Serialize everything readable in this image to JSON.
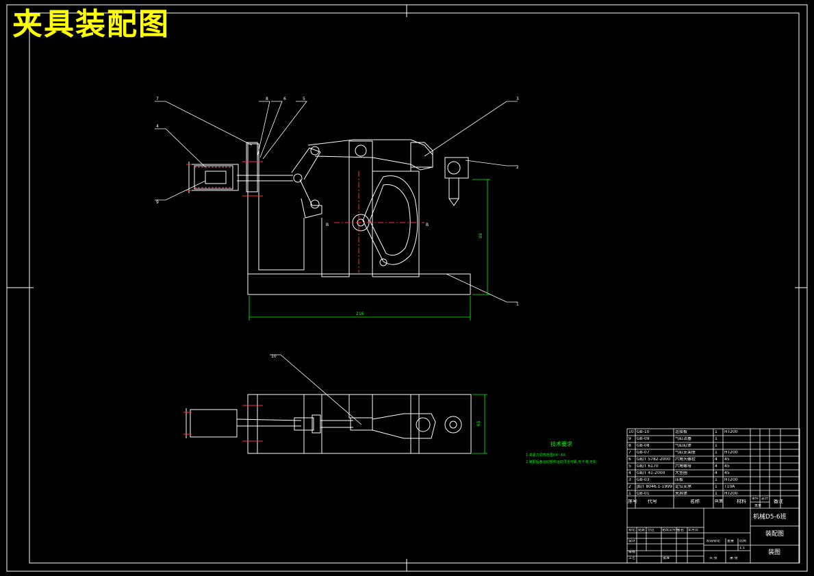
{
  "title": "夹具装配图",
  "colors": {
    "background": "#000000",
    "line": "#ffffff",
    "title": "#ffff00",
    "dimension": "#00ff00",
    "center": "#ff3333",
    "hidden": "#ff66aa"
  },
  "balloons": [
    "7",
    "8",
    "6",
    "5",
    "4",
    "9",
    "3",
    "2",
    "1",
    "10"
  ],
  "dimensions": {
    "height": "88",
    "width": "216",
    "plan_height": "65"
  },
  "section_marks": [
    "B",
    "B"
  ],
  "technical_requirements": {
    "title": "技术要求",
    "lines": [
      "1.夹紧力调节范围XX~XX.",
      "2.装配后各运动部件运动灵活可靠,无卡滞,无松."
    ]
  },
  "bom": {
    "header": {
      "seq": "序号",
      "code": "代号",
      "name": "名称",
      "qty": "数量",
      "material": "材料",
      "unit_weight": "单件",
      "total_weight": "总计",
      "weight": "重量",
      "note": "备注"
    },
    "rows": [
      {
        "seq": "10",
        "code": "GB-10",
        "name": "连接板",
        "qty": "1",
        "material": "HT200"
      },
      {
        "seq": "9",
        "code": "GB-09",
        "name": "气缸活塞",
        "qty": "1",
        "material": ""
      },
      {
        "seq": "8",
        "code": "GB-08",
        "name": "气缸缸体",
        "qty": "1",
        "material": ""
      },
      {
        "seq": "7",
        "code": "GB-07",
        "name": "气缸支架座",
        "qty": "1",
        "material": "HT200"
      },
      {
        "seq": "6",
        "code": "GB/T 5782-2000",
        "name": "六角头螺栓",
        "qty": "4",
        "material": "45"
      },
      {
        "seq": "5",
        "code": "GB/T 6170",
        "name": "六角螺母",
        "qty": "4",
        "material": "45"
      },
      {
        "seq": "4",
        "code": "GB/T 41-2000",
        "name": "大垫圈",
        "qty": "4",
        "material": "45"
      },
      {
        "seq": "3",
        "code": "GB-03",
        "name": "压板",
        "qty": "1",
        "material": "HT200"
      },
      {
        "seq": "2",
        "code": "JB/T 8046.1-1999",
        "name": "定位支承",
        "qty": "1",
        "material": "T10A"
      },
      {
        "seq": "1",
        "code": "GB-01",
        "name": "夹具体",
        "qty": "1",
        "material": "HT200"
      }
    ],
    "title_block": {
      "school": "机械D5-6班",
      "drawing_name": "装配图",
      "drawing_no": "装图",
      "scale": "1:1",
      "labels": [
        "标记",
        "处数",
        "分区",
        "更改文件号",
        "签名",
        "年月日",
        "设计",
        "审核",
        "工艺",
        "批准",
        "阶段标记",
        "重量",
        "比例",
        "共 张",
        "第 张"
      ]
    }
  }
}
